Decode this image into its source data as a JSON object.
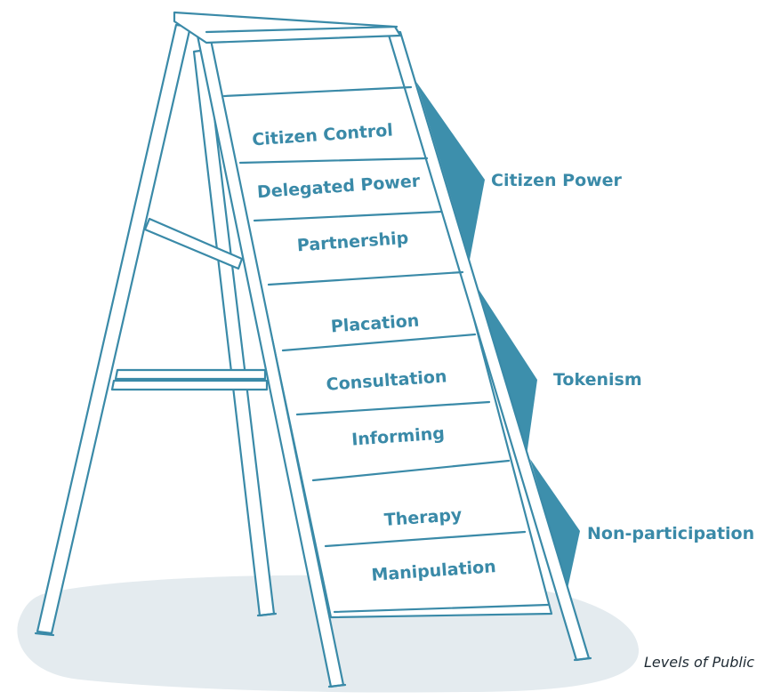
{
  "diagram": {
    "rungs": [
      "Citizen Control",
      "Delegated Power",
      "Partnership",
      "Placation",
      "Consultation",
      "Informing",
      "Therapy",
      "Manipulation"
    ],
    "groups": [
      "Citizen Power",
      "Tokenism",
      "Non-participation"
    ],
    "caption": "Levels of Public"
  },
  "colors": {
    "accent": "#3a8aa8",
    "shadow": "#e4ebef",
    "text_dark": "#1e2a33"
  }
}
